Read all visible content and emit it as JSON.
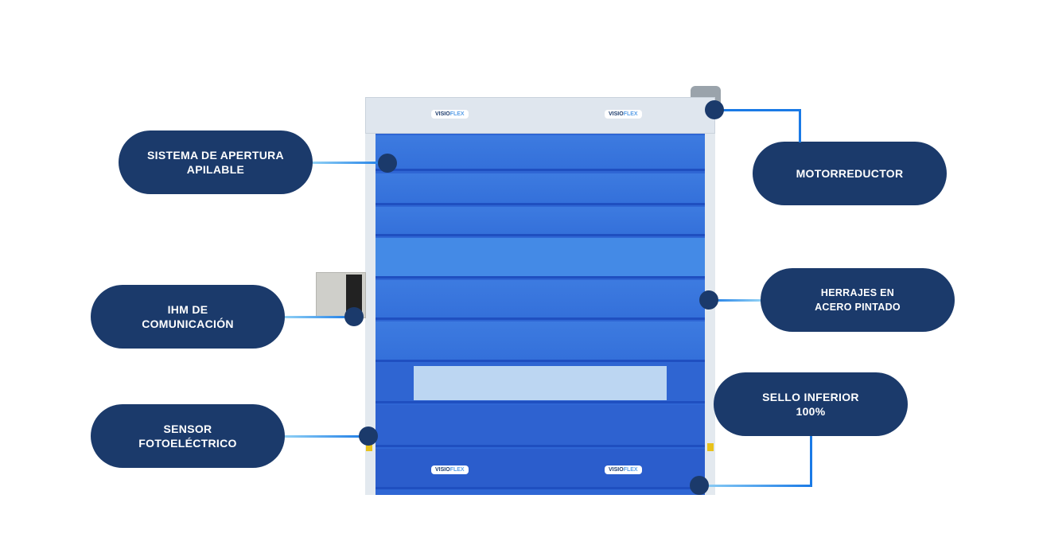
{
  "labels": {
    "apertura": [
      "SISTEMA DE APERTURA",
      "APILABLE"
    ],
    "ihm": [
      "IHM DE",
      "COMUNICACIÓN"
    ],
    "sensor": [
      "SENSOR",
      "FOTOELÉCTRICO"
    ],
    "motor": [
      "MOTORREDUCTOR"
    ],
    "herrajes": [
      "HERRAJES EN",
      "ACERO PINTADO"
    ],
    "sello": [
      "SELLO INFERIOR",
      "100%"
    ]
  },
  "logo": {
    "part1": "VISIO",
    "part2": "FLEX"
  },
  "colors": {
    "pill": "#1b3a6b",
    "curtain": "#3a78de",
    "line": "#1a7ae6"
  }
}
